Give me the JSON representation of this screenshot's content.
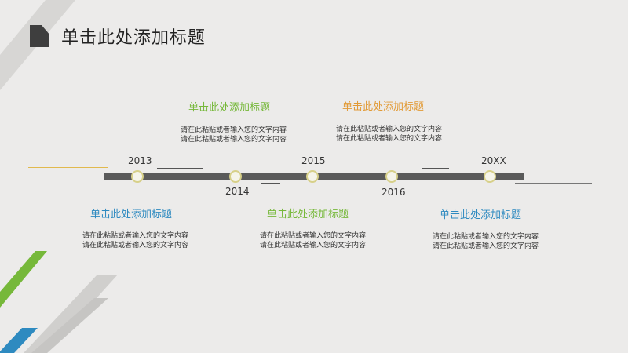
{
  "page": {
    "title": "单击此处添加标题"
  },
  "colors": {
    "background": "#ecebea",
    "title_mark": "#3e3e3e",
    "timeline_bar": "#5a5a5a",
    "green": "#76b83a",
    "orange": "#e29a35",
    "blue": "#2e8ac0",
    "accent_line": "#e1b94d"
  },
  "timeline": {
    "years": [
      "2013",
      "2014",
      "2015",
      "2016",
      "20XX"
    ]
  },
  "events": [
    {
      "title": "单击此处添加标题",
      "color": "green",
      "lines": [
        "请在此粘贴或者输入您的文字内容",
        "请在此粘贴或者输入您的文字内容"
      ]
    },
    {
      "title": "单击此处添加标题",
      "color": "orange",
      "lines": [
        "请在此粘贴或者输入您的文字内容",
        "请在此粘贴或者输入您的文字内容"
      ]
    },
    {
      "title": "单击此处添加标题",
      "color": "blue",
      "lines": [
        "请在此粘贴或者输入您的文字内容",
        "请在此粘贴或者输入您的文字内容"
      ]
    },
    {
      "title": "单击此处添加标题",
      "color": "green",
      "lines": [
        "请在此粘贴或者输入您的文字内容",
        "请在此粘贴或者输入您的文字内容"
      ]
    },
    {
      "title": "单击此处添加标题",
      "color": "blue",
      "lines": [
        "请在此粘贴或者输入您的文字内容",
        "请在此粘贴或者输入您的文字内容"
      ]
    }
  ]
}
